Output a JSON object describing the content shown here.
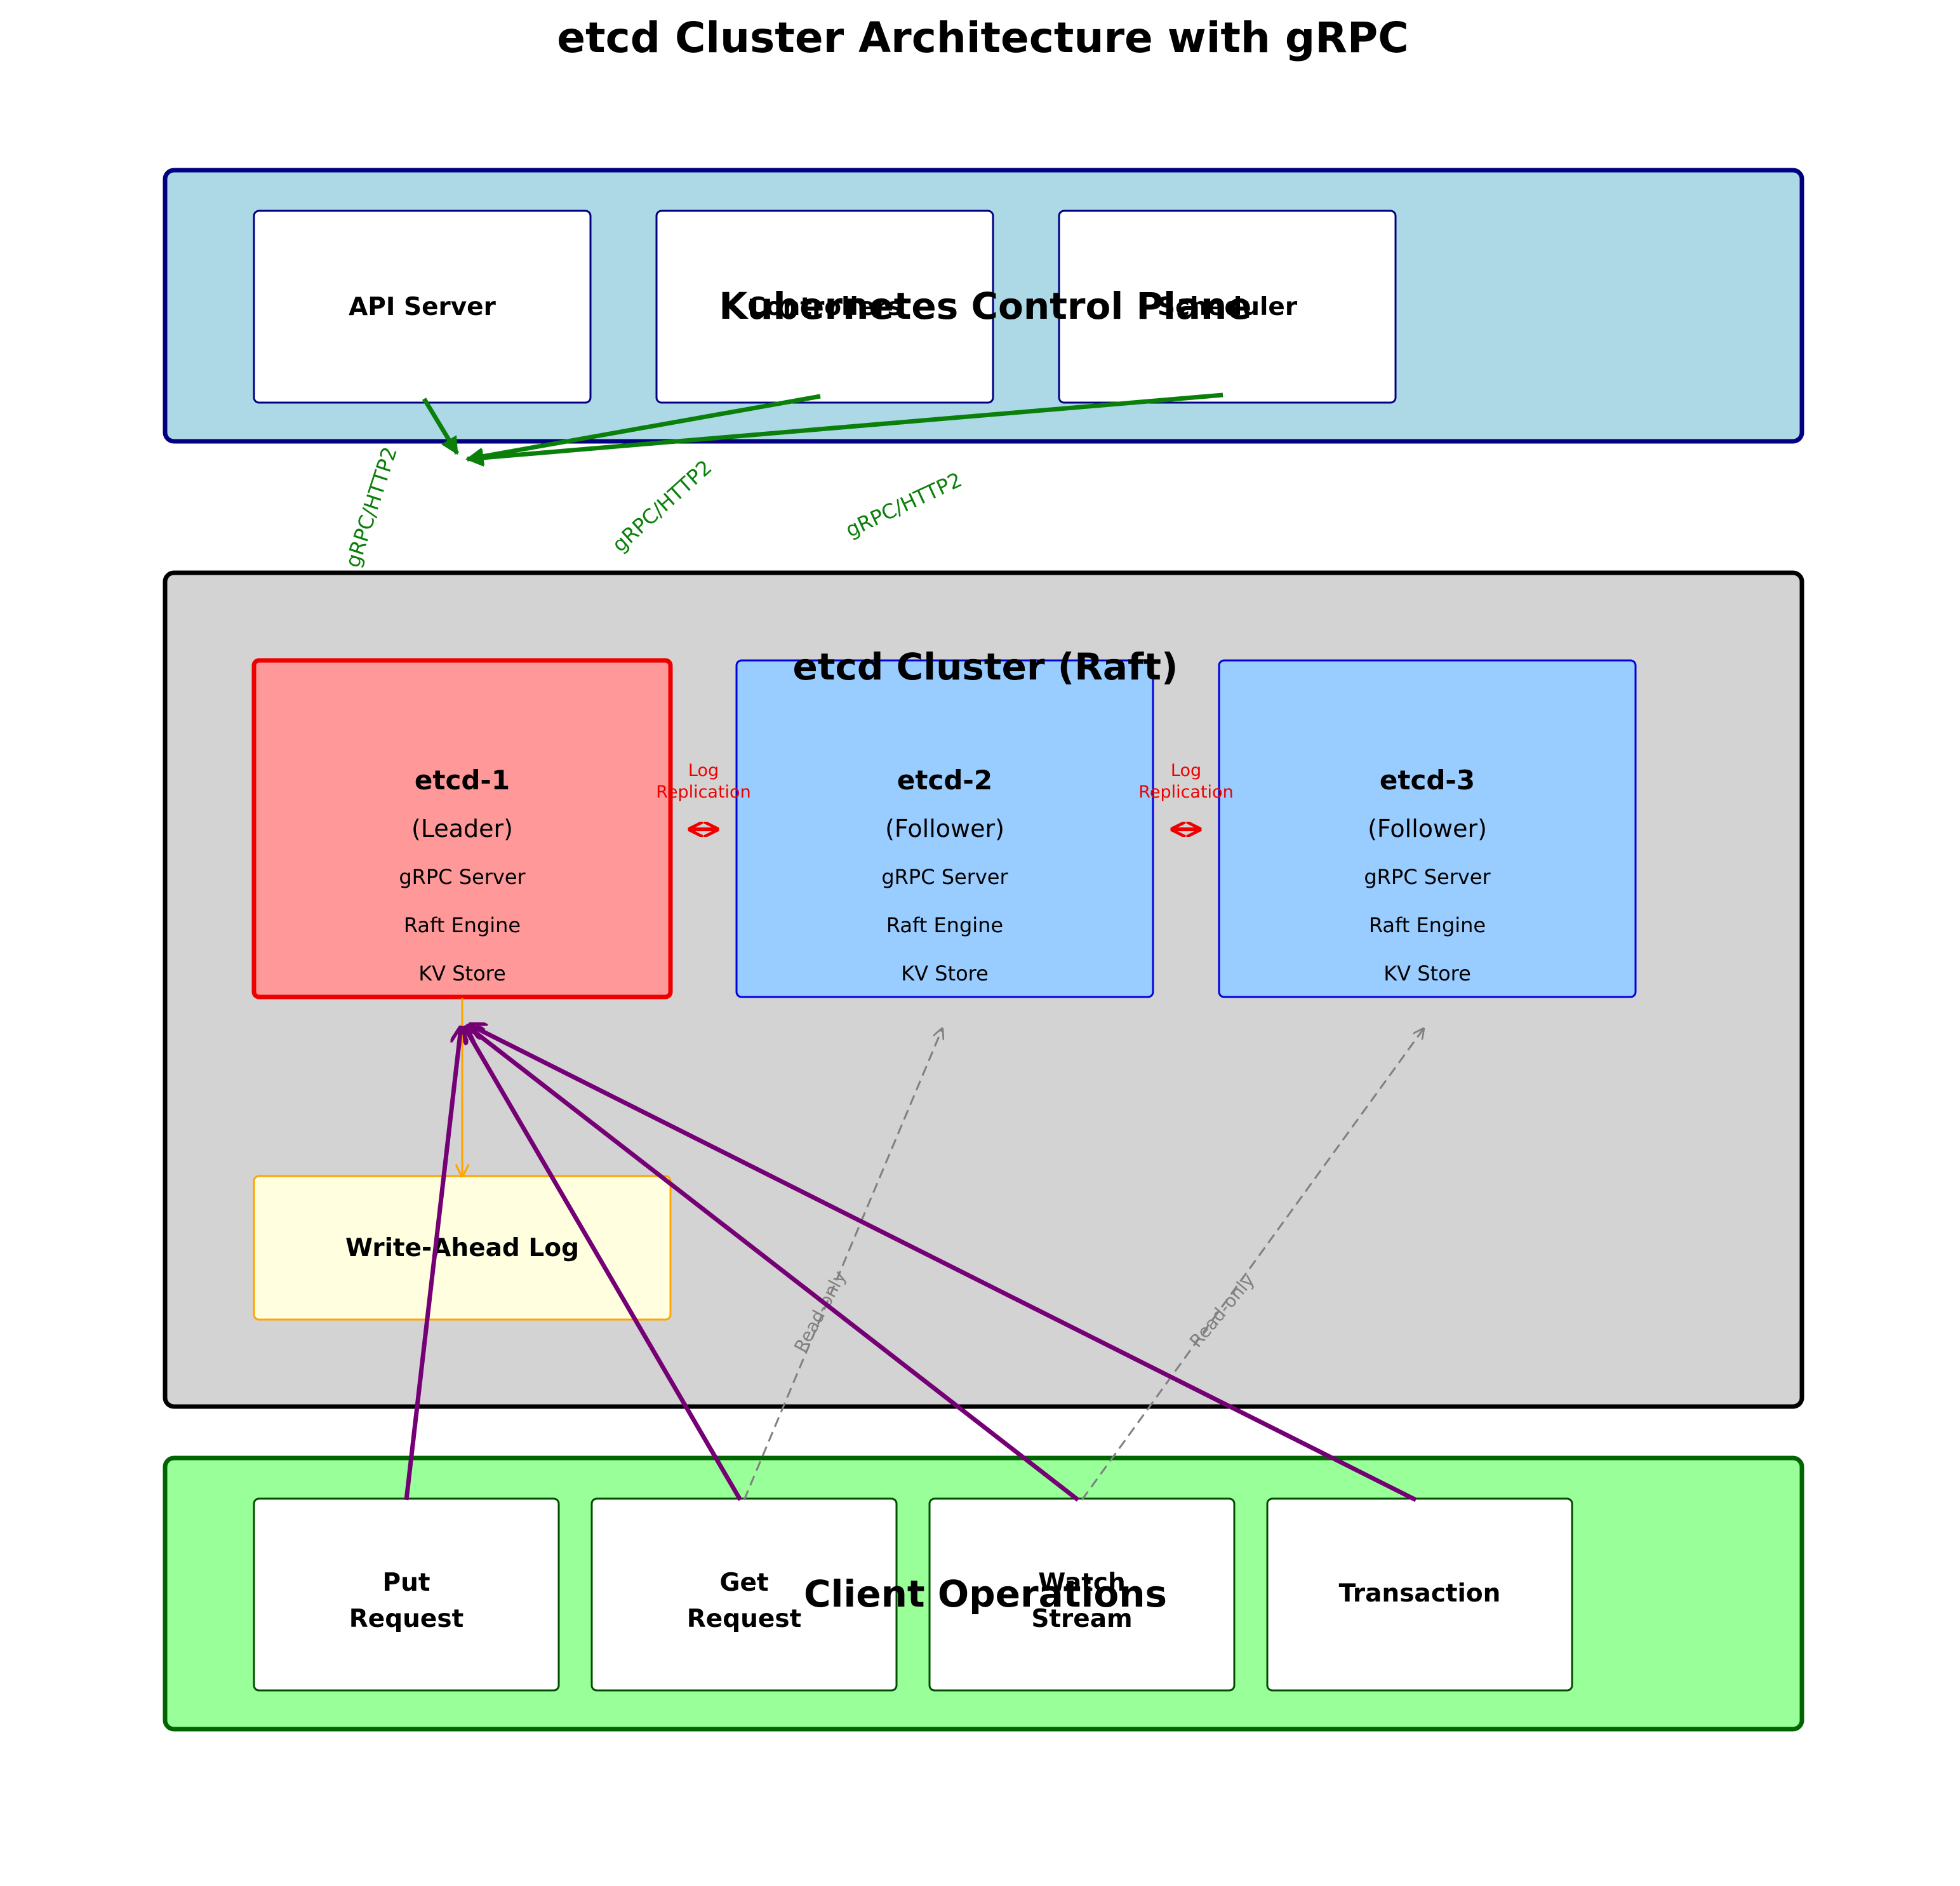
{
  "title": "etcd Cluster Architecture with gRPC",
  "control_plane": {
    "title": "Kubernetes Control Plane",
    "components": [
      "API Server",
      "Controllers",
      "Scheduler"
    ],
    "edge_label": "gRPC/HTTP2"
  },
  "etcd_cluster": {
    "title": "etcd Cluster (Raft)",
    "nodes": [
      {
        "name": "etcd-1",
        "role": "(Leader)",
        "components": [
          "gRPC Server",
          "Raft Engine",
          "KV Store"
        ]
      },
      {
        "name": "etcd-2",
        "role": "(Follower)",
        "components": [
          "gRPC Server",
          "Raft Engine",
          "KV Store"
        ]
      },
      {
        "name": "etcd-3",
        "role": "(Follower)",
        "components": [
          "gRPC Server",
          "Raft Engine",
          "KV Store"
        ]
      }
    ],
    "replication_label": [
      "Log",
      "Replication"
    ],
    "wal": "Write-Ahead Log"
  },
  "client_operations": {
    "title": "Client Operations",
    "operations": [
      [
        "Put",
        "Request"
      ],
      [
        "Get",
        "Request"
      ],
      [
        "Watch",
        "Stream"
      ],
      [
        "Transaction"
      ]
    ],
    "read_only_label": "Read-only"
  },
  "colors": {
    "control_plane_bg": "#add8e6",
    "control_plane_border": "#000080",
    "cluster_bg": "#d3d3d3",
    "leader_fill": "#ff9999",
    "leader_border": "#ee0000",
    "follower_fill": "#99ccff",
    "follower_border": "#0000dd",
    "wal_fill": "#ffffe0",
    "wal_border": "#ffa500",
    "client_bg": "#99ff99",
    "client_border": "#006400",
    "grpc_arrow": "#0a7f0a",
    "client_arrow": "#750075",
    "read_only_arrow": "#808080"
  }
}
